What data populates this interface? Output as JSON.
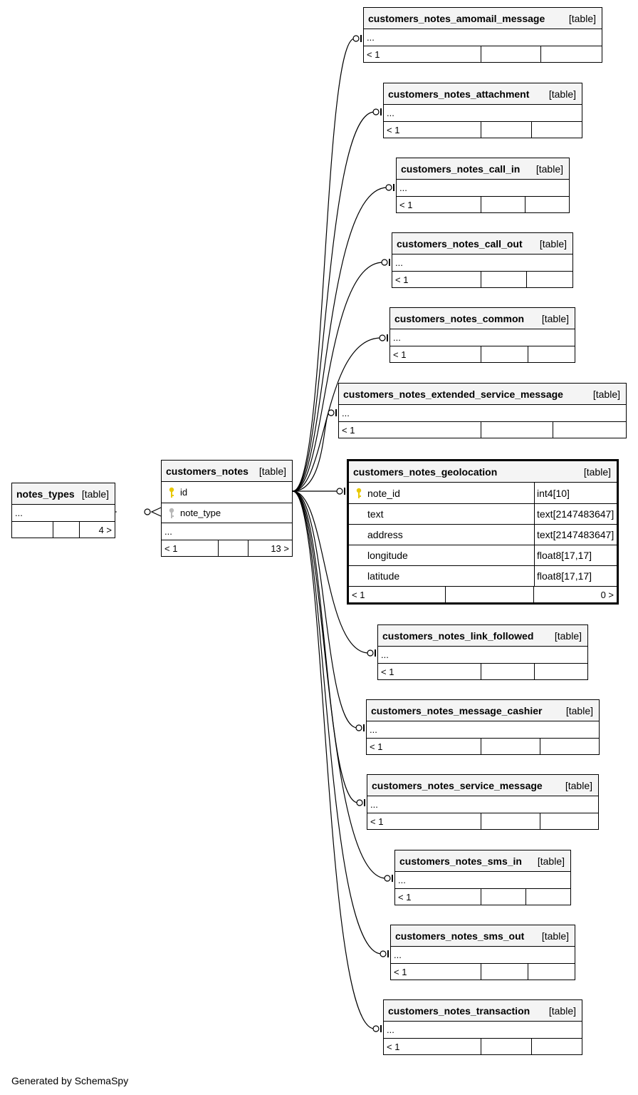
{
  "tables": {
    "notes_types": {
      "name": "notes_types",
      "type": "[table]",
      "ellipsis": "...",
      "footer": [
        "",
        "",
        "4 >"
      ]
    },
    "customers_notes": {
      "name": "customers_notes",
      "type": "[table]",
      "cols": [
        "id",
        "note_type"
      ],
      "ellipsis": "...",
      "footer": [
        "< 1",
        "",
        "13 >"
      ]
    },
    "amomail": {
      "name": "customers_notes_amomail_message",
      "type": "[table]",
      "ellipsis": "...",
      "footer": [
        "< 1",
        "",
        ""
      ]
    },
    "attachment": {
      "name": "customers_notes_attachment",
      "type": "[table]",
      "ellipsis": "...",
      "footer": [
        "< 1",
        "",
        ""
      ]
    },
    "call_in": {
      "name": "customers_notes_call_in",
      "type": "[table]",
      "ellipsis": "...",
      "footer": [
        "< 1",
        "",
        ""
      ]
    },
    "call_out": {
      "name": "customers_notes_call_out",
      "type": "[table]",
      "ellipsis": "...",
      "footer": [
        "< 1",
        "",
        ""
      ]
    },
    "common": {
      "name": "customers_notes_common",
      "type": "[table]",
      "ellipsis": "...",
      "footer": [
        "< 1",
        "",
        ""
      ]
    },
    "extended": {
      "name": "customers_notes_extended_service_message",
      "type": "[table]",
      "ellipsis": "...",
      "footer": [
        "< 1",
        "",
        ""
      ]
    },
    "geolocation": {
      "name": "customers_notes_geolocation",
      "type": "[table]",
      "cols": [
        {
          "name": "note_id",
          "type": "int4[10]"
        },
        {
          "name": "text",
          "type": "text[2147483647]"
        },
        {
          "name": "address",
          "type": "text[2147483647]"
        },
        {
          "name": "longitude",
          "type": "float8[17,17]"
        },
        {
          "name": "latitude",
          "type": "float8[17,17]"
        }
      ],
      "footer": [
        "< 1",
        "",
        "0 >"
      ]
    },
    "link_followed": {
      "name": "customers_notes_link_followed",
      "type": "[table]",
      "ellipsis": "...",
      "footer": [
        "< 1",
        "",
        ""
      ]
    },
    "message_cashier": {
      "name": "customers_notes_message_cashier",
      "type": "[table]",
      "ellipsis": "...",
      "footer": [
        "< 1",
        "",
        ""
      ]
    },
    "service_message": {
      "name": "customers_notes_service_message",
      "type": "[table]",
      "ellipsis": "...",
      "footer": [
        "< 1",
        "",
        ""
      ]
    },
    "sms_in": {
      "name": "customers_notes_sms_in",
      "type": "[table]",
      "ellipsis": "...",
      "footer": [
        "< 1",
        "",
        ""
      ]
    },
    "sms_out": {
      "name": "customers_notes_sms_out",
      "type": "[table]",
      "ellipsis": "...",
      "footer": [
        "< 1",
        "",
        ""
      ]
    },
    "transaction": {
      "name": "customers_notes_transaction",
      "type": "[table]",
      "ellipsis": "...",
      "footer": [
        "< 1",
        "",
        ""
      ]
    }
  },
  "footer_text": "Generated by SchemaSpy",
  "colors": {
    "primary_key": "#e8c800",
    "foreign_key": "#b8b8b8",
    "header_bg": "#f4f4f4"
  },
  "icons": {
    "primary_key": "key-icon",
    "foreign_key": "key-icon"
  }
}
